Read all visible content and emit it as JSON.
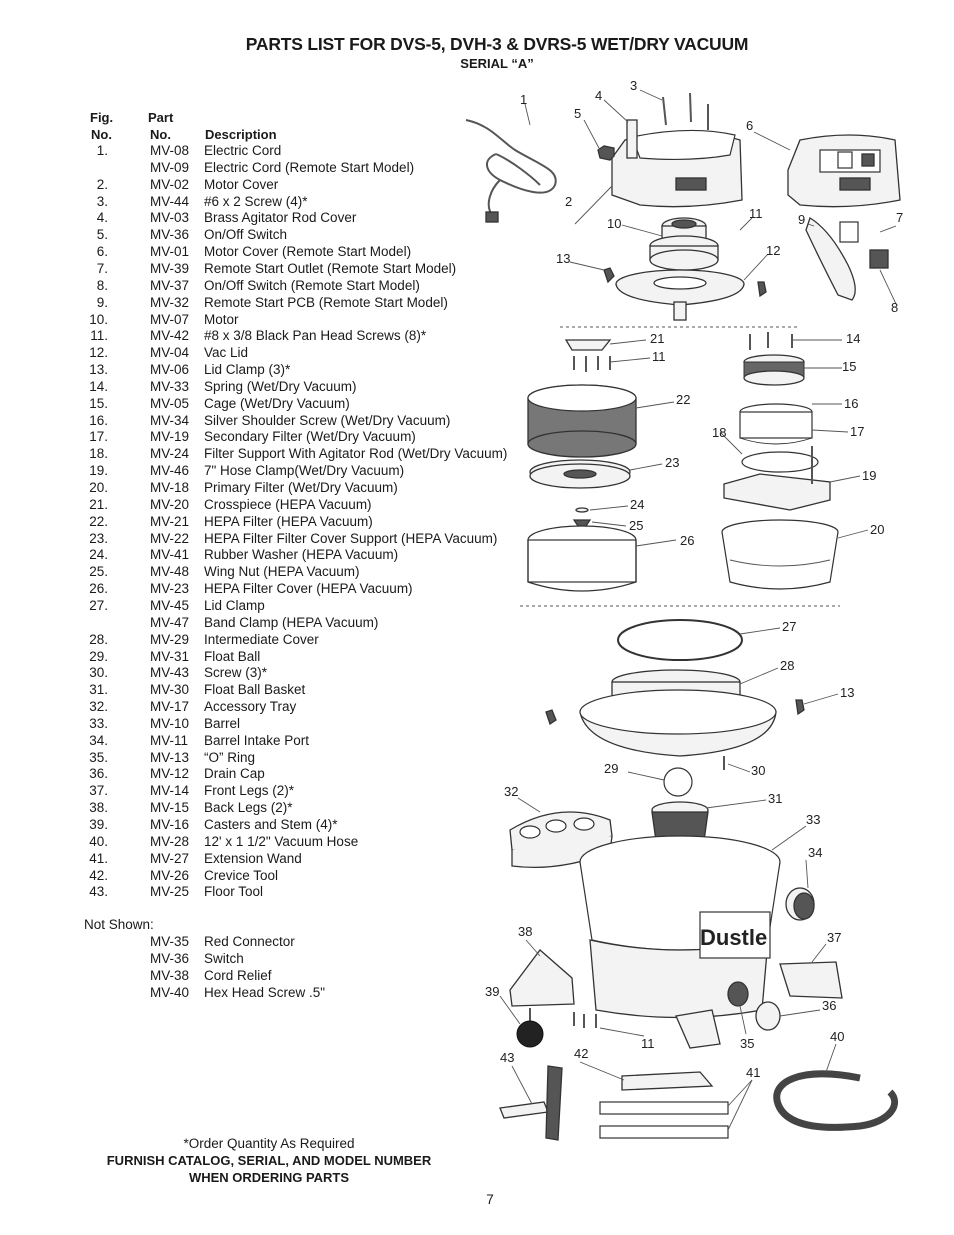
{
  "title": "PARTS LIST FOR DVS-5, DVH-3 & DVRS-5 WET/DRY VACUUM",
  "subtitle": "SERIAL “A”",
  "headers": {
    "fig_line1": "Fig.",
    "fig_line2": "No.",
    "part_line1": "Part",
    "part_line2": "No.",
    "description": "Description"
  },
  "parts": [
    {
      "fig": "1.",
      "part": "MV-08",
      "desc": "Electric Cord"
    },
    {
      "fig": "",
      "part": "MV-09",
      "desc": "Electric Cord (Remote Start Model)"
    },
    {
      "fig": "2.",
      "part": "MV-02",
      "desc": "Motor Cover"
    },
    {
      "fig": "3.",
      "part": "MV-44",
      "desc": "#6 x 2 Screw (4)*"
    },
    {
      "fig": "4.",
      "part": "MV-03",
      "desc": "Brass Agitator Rod Cover"
    },
    {
      "fig": "5.",
      "part": "MV-36",
      "desc": "On/Off Switch"
    },
    {
      "fig": "6.",
      "part": "MV-01",
      "desc": "Motor Cover (Remote Start Model)"
    },
    {
      "fig": "7.",
      "part": "MV-39",
      "desc": "Remote Start Outlet (Remote Start Model)"
    },
    {
      "fig": "8.",
      "part": "MV-37",
      "desc": "On/Off Switch (Remote Start Model)"
    },
    {
      "fig": "9.",
      "part": "MV-32",
      "desc": "Remote Start PCB (Remote Start Model)"
    },
    {
      "fig": "10.",
      "part": "MV-07",
      "desc": "Motor"
    },
    {
      "fig": "11.",
      "part": "MV-42",
      "desc": "#8 x 3/8 Black Pan Head Screws (8)*"
    },
    {
      "fig": "12.",
      "part": "MV-04",
      "desc": "Vac Lid"
    },
    {
      "fig": "13.",
      "part": "MV-06",
      "desc": "Lid Clamp (3)*"
    },
    {
      "fig": "14.",
      "part": "MV-33",
      "desc": "Spring (Wet/Dry Vacuum)"
    },
    {
      "fig": "15.",
      "part": "MV-05",
      "desc": "Cage (Wet/Dry Vacuum)"
    },
    {
      "fig": "16.",
      "part": "MV-34",
      "desc": "Silver Shoulder Screw (Wet/Dry Vacuum)"
    },
    {
      "fig": "17.",
      "part": "MV-19",
      "desc": "Secondary Filter (Wet/Dry Vacuum)"
    },
    {
      "fig": "18.",
      "part": "MV-24",
      "desc": "Filter Support With Agitator Rod (Wet/Dry Vacuum)"
    },
    {
      "fig": "19.",
      "part": "MV-46",
      "desc": "7\" Hose Clamp(Wet/Dry Vacuum)"
    },
    {
      "fig": "20.",
      "part": "MV-18",
      "desc": "Primary Filter (Wet/Dry Vacuum)"
    },
    {
      "fig": "21.",
      "part": "MV-20",
      "desc": "Crosspiece (HEPA Vacuum)"
    },
    {
      "fig": "22.",
      "part": "MV-21",
      "desc": "HEPA Filter (HEPA Vacuum)"
    },
    {
      "fig": "23.",
      "part": "MV-22",
      "desc": "HEPA Filter Filter Cover Support (HEPA Vacuum)"
    },
    {
      "fig": "24.",
      "part": "MV-41",
      "desc": "Rubber Washer (HEPA Vacuum)"
    },
    {
      "fig": "25.",
      "part": "MV-48",
      "desc": "Wing Nut (HEPA Vacuum)"
    },
    {
      "fig": "26.",
      "part": "MV-23",
      "desc": "HEPA Filter Cover (HEPA Vacuum)"
    },
    {
      "fig": "27.",
      "part": "MV-45",
      "desc": "Lid Clamp"
    },
    {
      "fig": "",
      "part": "MV-47",
      "desc": "Band Clamp (HEPA Vacuum)"
    },
    {
      "fig": "28.",
      "part": "MV-29",
      "desc": "Intermediate Cover"
    },
    {
      "fig": "29.",
      "part": "MV-31",
      "desc": "Float Ball"
    },
    {
      "fig": "30.",
      "part": "MV-43",
      "desc": "Screw (3)*"
    },
    {
      "fig": "31.",
      "part": "MV-30",
      "desc": "Float Ball Basket"
    },
    {
      "fig": "32.",
      "part": "MV-17",
      "desc": "Accessory Tray"
    },
    {
      "fig": "33.",
      "part": "MV-10",
      "desc": "Barrel"
    },
    {
      "fig": "34.",
      "part": "MV-11",
      "desc": "Barrel Intake Port"
    },
    {
      "fig": "35.",
      "part": "MV-13",
      "desc": "“O” Ring"
    },
    {
      "fig": "36.",
      "part": "MV-12",
      "desc": "Drain Cap"
    },
    {
      "fig": "37.",
      "part": "MV-14",
      "desc": "Front Legs (2)*"
    },
    {
      "fig": "38.",
      "part": "MV-15",
      "desc": "Back Legs (2)*"
    },
    {
      "fig": "39.",
      "part": "MV-16",
      "desc": "Casters and Stem (4)*"
    },
    {
      "fig": "40.",
      "part": "MV-28",
      "desc": "12' x 1 1/2\" Vacuum Hose"
    },
    {
      "fig": "41.",
      "part": "MV-27",
      "desc": "Extension Wand"
    },
    {
      "fig": "42.",
      "part": "MV-26",
      "desc": "Crevice Tool"
    },
    {
      "fig": "43.",
      "part": "MV-25",
      "desc": "Floor Tool"
    }
  ],
  "not_shown_label": "Not Shown:",
  "not_shown": [
    {
      "part": "MV-35",
      "desc": "Red Connector"
    },
    {
      "part": "MV-36",
      "desc": "Switch"
    },
    {
      "part": "MV-38",
      "desc": "Cord Relief"
    },
    {
      "part": "MV-40",
      "desc": "Hex Head Screw .5\""
    }
  ],
  "footer": {
    "note": "*Order Quantity As Required",
    "line1": "FURNISH CATALOG, SERIAL, AND MODEL NUMBER",
    "line2": "WHEN ORDERING PARTS",
    "page": "7"
  },
  "diagram": {
    "brand_text": "Dustle",
    "callouts": [
      "1",
      "2",
      "3",
      "4",
      "5",
      "6",
      "7",
      "8",
      "9",
      "10",
      "11",
      "12",
      "13",
      "14",
      "15",
      "16",
      "17",
      "18",
      "19",
      "20",
      "21",
      "11",
      "22",
      "23",
      "24",
      "25",
      "26",
      "27",
      "28",
      "13",
      "29",
      "30",
      "31",
      "32",
      "33",
      "34",
      "38",
      "37",
      "39",
      "36",
      "11",
      "35",
      "40",
      "42",
      "43",
      "41"
    ]
  }
}
